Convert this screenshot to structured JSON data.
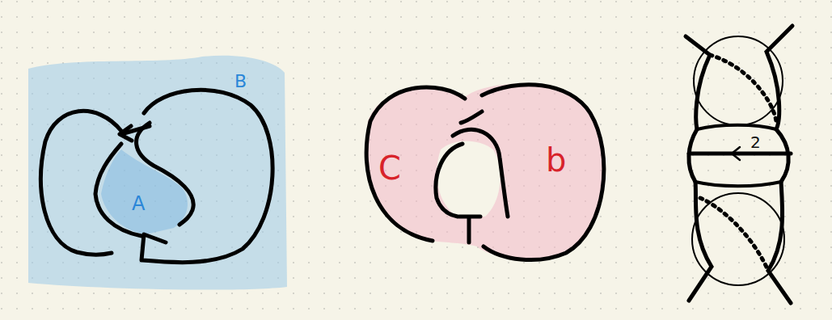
{
  "diagram": {
    "labels": [
      "B",
      "A",
      "C",
      "b",
      "2"
    ]
  }
}
